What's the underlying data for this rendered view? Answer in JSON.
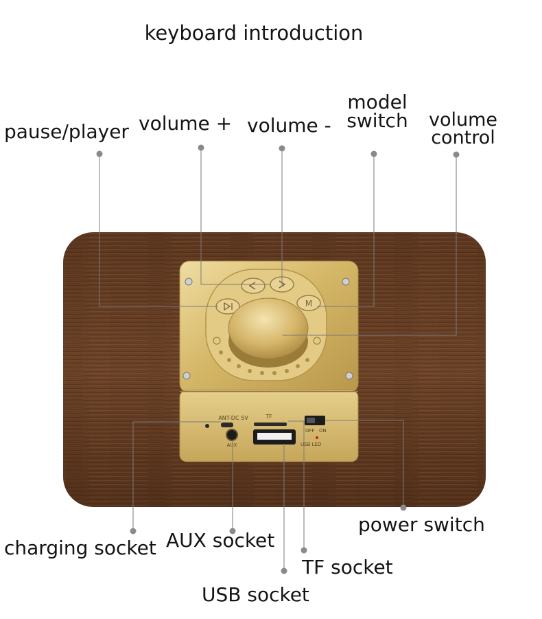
{
  "title": "keyboard introduction",
  "top_labels": {
    "pause_player": "pause/player",
    "volume_plus": "volume +",
    "volume_minus": "volume -",
    "model_switch_line1": "model",
    "model_switch_line2": "switch",
    "volume_control_line1": "volume",
    "volume_control_line2": "control"
  },
  "bottom_labels": {
    "charging_socket": "charging socket",
    "aux_socket": "AUX socket",
    "power_switch": "power switch",
    "tf_socket": "TF socket",
    "usb_socket": "USB socket"
  },
  "panel_print": {
    "ant_dc": "ANT-DC 5V",
    "tf": "TF",
    "aux": "AUX",
    "off": "OFF",
    "on": "ON",
    "usb_led": "USB LED",
    "mode_key": "M"
  },
  "colors": {
    "wood_dark": "#4a2a17",
    "wood_mid": "#6b4128",
    "gold": "#d8bd74",
    "gold_light": "#efdca2",
    "leader_line": "#777777",
    "dot": "#8a8a8a"
  }
}
